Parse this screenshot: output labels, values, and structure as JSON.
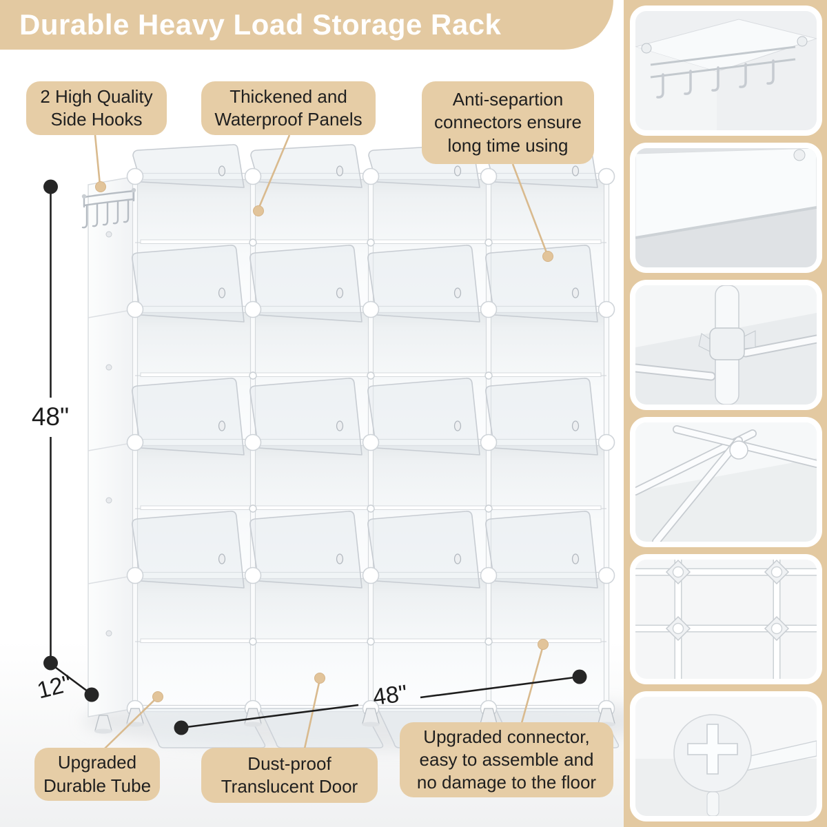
{
  "banner": {
    "title": "Durable Heavy Load Storage Rack"
  },
  "callouts": {
    "side_hooks": "2 High Quality\nSide Hooks",
    "panels": "Thickened and\nWaterproof Panels",
    "connectors": "Anti-separtion\nconnectors ensure\nlong time using",
    "tube": "Upgraded\nDurable Tube",
    "door": "Dust-proof\nTranslucent Door",
    "floor_connector": "Upgraded connector,\neasy to assemble and\nno damage to the floor"
  },
  "dimensions": {
    "height": "48\"",
    "depth": "12\"",
    "width": "48\""
  },
  "thumbnails": [
    {
      "name": "side-hooks-detail"
    },
    {
      "name": "waterproof-panel-detail"
    },
    {
      "name": "tube-connector-detail"
    },
    {
      "name": "frame-tubes-detail"
    },
    {
      "name": "panel-connectors-detail"
    },
    {
      "name": "floor-connector-detail"
    }
  ],
  "colors": {
    "accent_tan": "#e3c9a1",
    "callout_tan": "#e6cda6",
    "leader_tan": "#d9ba8e",
    "dimension_black": "#1c1c1c",
    "title_white": "#ffffff"
  }
}
